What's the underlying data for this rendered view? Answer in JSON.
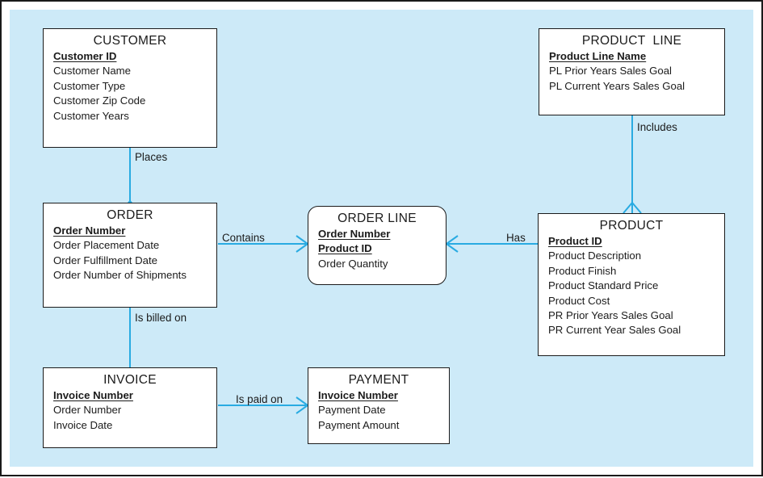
{
  "diagram": {
    "type": "entity-relationship-diagram",
    "notation": "crows-foot",
    "colors": {
      "panel_background": "#cdeaf8",
      "entity_fill": "#ffffff",
      "entity_border": "#1b1b1b",
      "connector": "#29abe2",
      "text": "#1b1b1b"
    },
    "entities": [
      {
        "id": "customer",
        "title": "CUSTOMER",
        "shape": "rectangle",
        "attributes": [
          {
            "label": "Customer ID",
            "key": true
          },
          {
            "label": "Customer Name",
            "key": false
          },
          {
            "label": "Customer Type",
            "key": false
          },
          {
            "label": "Customer Zip Code",
            "key": false
          },
          {
            "label": "Customer Years",
            "key": false
          }
        ]
      },
      {
        "id": "product-line",
        "title": "PRODUCT  LINE",
        "shape": "rectangle",
        "attributes": [
          {
            "label": "Product Line Name",
            "key": true
          },
          {
            "label": "PL Prior Years Sales Goal",
            "key": false
          },
          {
            "label": "PL Current Years Sales Goal",
            "key": false
          }
        ]
      },
      {
        "id": "order",
        "title": "ORDER",
        "shape": "rectangle",
        "attributes": [
          {
            "label": "Order Number",
            "key": true
          },
          {
            "label": "Order Placement Date",
            "key": false
          },
          {
            "label": "Order Fulfillment Date",
            "key": false
          },
          {
            "label": "Order Number of Shipments",
            "key": false
          }
        ]
      },
      {
        "id": "order-line",
        "title": "ORDER LINE",
        "shape": "rounded-rectangle",
        "attributes": [
          {
            "label": "Order Number",
            "key": true
          },
          {
            "label": "Product ID",
            "key": true
          },
          {
            "label": "Order Quantity",
            "key": false
          }
        ]
      },
      {
        "id": "product",
        "title": "PRODUCT",
        "shape": "rectangle",
        "attributes": [
          {
            "label": "Product ID",
            "key": true
          },
          {
            "label": "Product Description",
            "key": false
          },
          {
            "label": "Product Finish",
            "key": false
          },
          {
            "label": "Product Standard Price",
            "key": false
          },
          {
            "label": "Product Cost",
            "key": false
          },
          {
            "label": "PR Prior Years Sales Goal",
            "key": false
          },
          {
            "label": "PR Current Year Sales Goal",
            "key": false
          }
        ]
      },
      {
        "id": "invoice",
        "title": "INVOICE",
        "shape": "rectangle",
        "attributes": [
          {
            "label": "Invoice Number",
            "key": true
          },
          {
            "label": "Order Number",
            "key": false
          },
          {
            "label": "Invoice Date",
            "key": false
          }
        ]
      },
      {
        "id": "payment",
        "title": "PAYMENT",
        "shape": "rectangle",
        "attributes": [
          {
            "label": "Invoice Number",
            "key": true
          },
          {
            "label": "Payment Date",
            "key": false
          },
          {
            "label": "Payment Amount",
            "key": false
          }
        ]
      }
    ],
    "relationships": [
      {
        "id": "places",
        "label": "Places",
        "from": "customer",
        "to": "order"
      },
      {
        "id": "includes",
        "label": "Includes",
        "from": "product-line",
        "to": "product"
      },
      {
        "id": "contains",
        "label": "Contains",
        "from": "order",
        "to": "order-line"
      },
      {
        "id": "has",
        "label": "Has",
        "from": "product",
        "to": "order-line"
      },
      {
        "id": "is-billed-on",
        "label": "Is billed on",
        "from": "order",
        "to": "invoice"
      },
      {
        "id": "is-paid-on",
        "label": "Is paid on",
        "from": "invoice",
        "to": "payment"
      }
    ]
  }
}
